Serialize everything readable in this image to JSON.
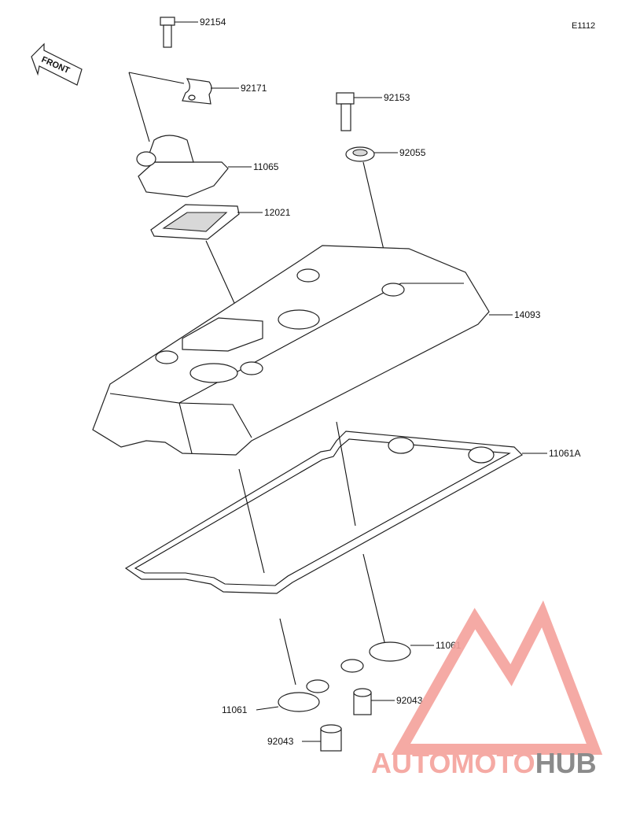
{
  "diagram": {
    "code": "E1112",
    "front_label": "FRONT",
    "parts": [
      {
        "id": "bolt-top",
        "number": "92154"
      },
      {
        "id": "clamp",
        "number": "92171"
      },
      {
        "id": "bolt-right",
        "number": "92153"
      },
      {
        "id": "breather-cover",
        "number": "11065"
      },
      {
        "id": "grommet",
        "number": "92055"
      },
      {
        "id": "reed-plate",
        "number": "12021"
      },
      {
        "id": "cylinder-head-cover",
        "number": "14093"
      },
      {
        "id": "cover-gasket",
        "number": "11061A"
      },
      {
        "id": "plug-gasket-right",
        "number": "11061"
      },
      {
        "id": "plug-gasket-left",
        "number": "11061"
      },
      {
        "id": "dowel-right",
        "number": "92043"
      },
      {
        "id": "dowel-left",
        "number": "92043"
      }
    ]
  },
  "watermark": {
    "part1": "AUTO",
    "part2": "MOTO",
    "part3": "HUB",
    "color_main": "#f4a19b",
    "color_dark": "#7f7f7f"
  }
}
